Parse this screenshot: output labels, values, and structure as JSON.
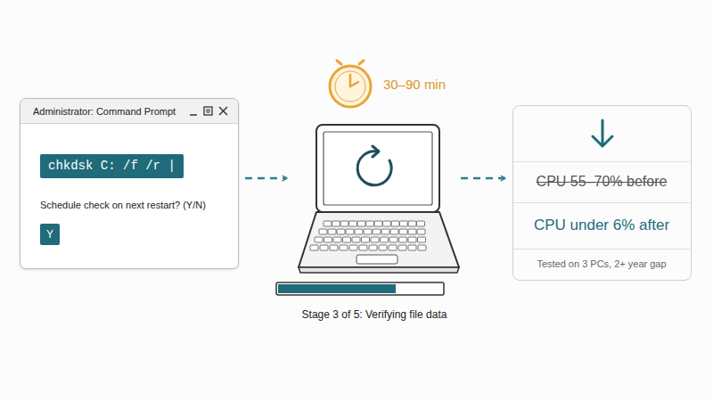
{
  "diagram": {
    "nodes": [
      {
        "text": [
          "Administrator: Command Prompt",
          "Schedule check on next restart? (Y/N)"
        ]
      },
      {
        "text": [
          "chkdsk C: /f /r |"
        ],
        "in": 0
      },
      {
        "text": [
          "Y"
        ],
        "in": 0
      },
      {
        "text": [
          "Stage 3 of 5: Verifying file data"
        ]
      },
      {
        "text": []
      },
      {
        "text": [
          "CPU 55–70% before"
        ],
        "in": 4
      },
      {
        "text": [
          "CPU under 6% after"
        ],
        "in": 4
      },
      {
        "text": [
          "Tested on 3 PCs, 2+ year gap"
        ],
        "in": 4
      }
    ],
    "edges": [
      {
        "from": 0,
        "to": 3,
        "arrow": "to"
      },
      {
        "from": 3,
        "to": 4,
        "arrow": "to"
      }
    ],
    "labels": [
      "30–90 min"
    ]
  }
}
